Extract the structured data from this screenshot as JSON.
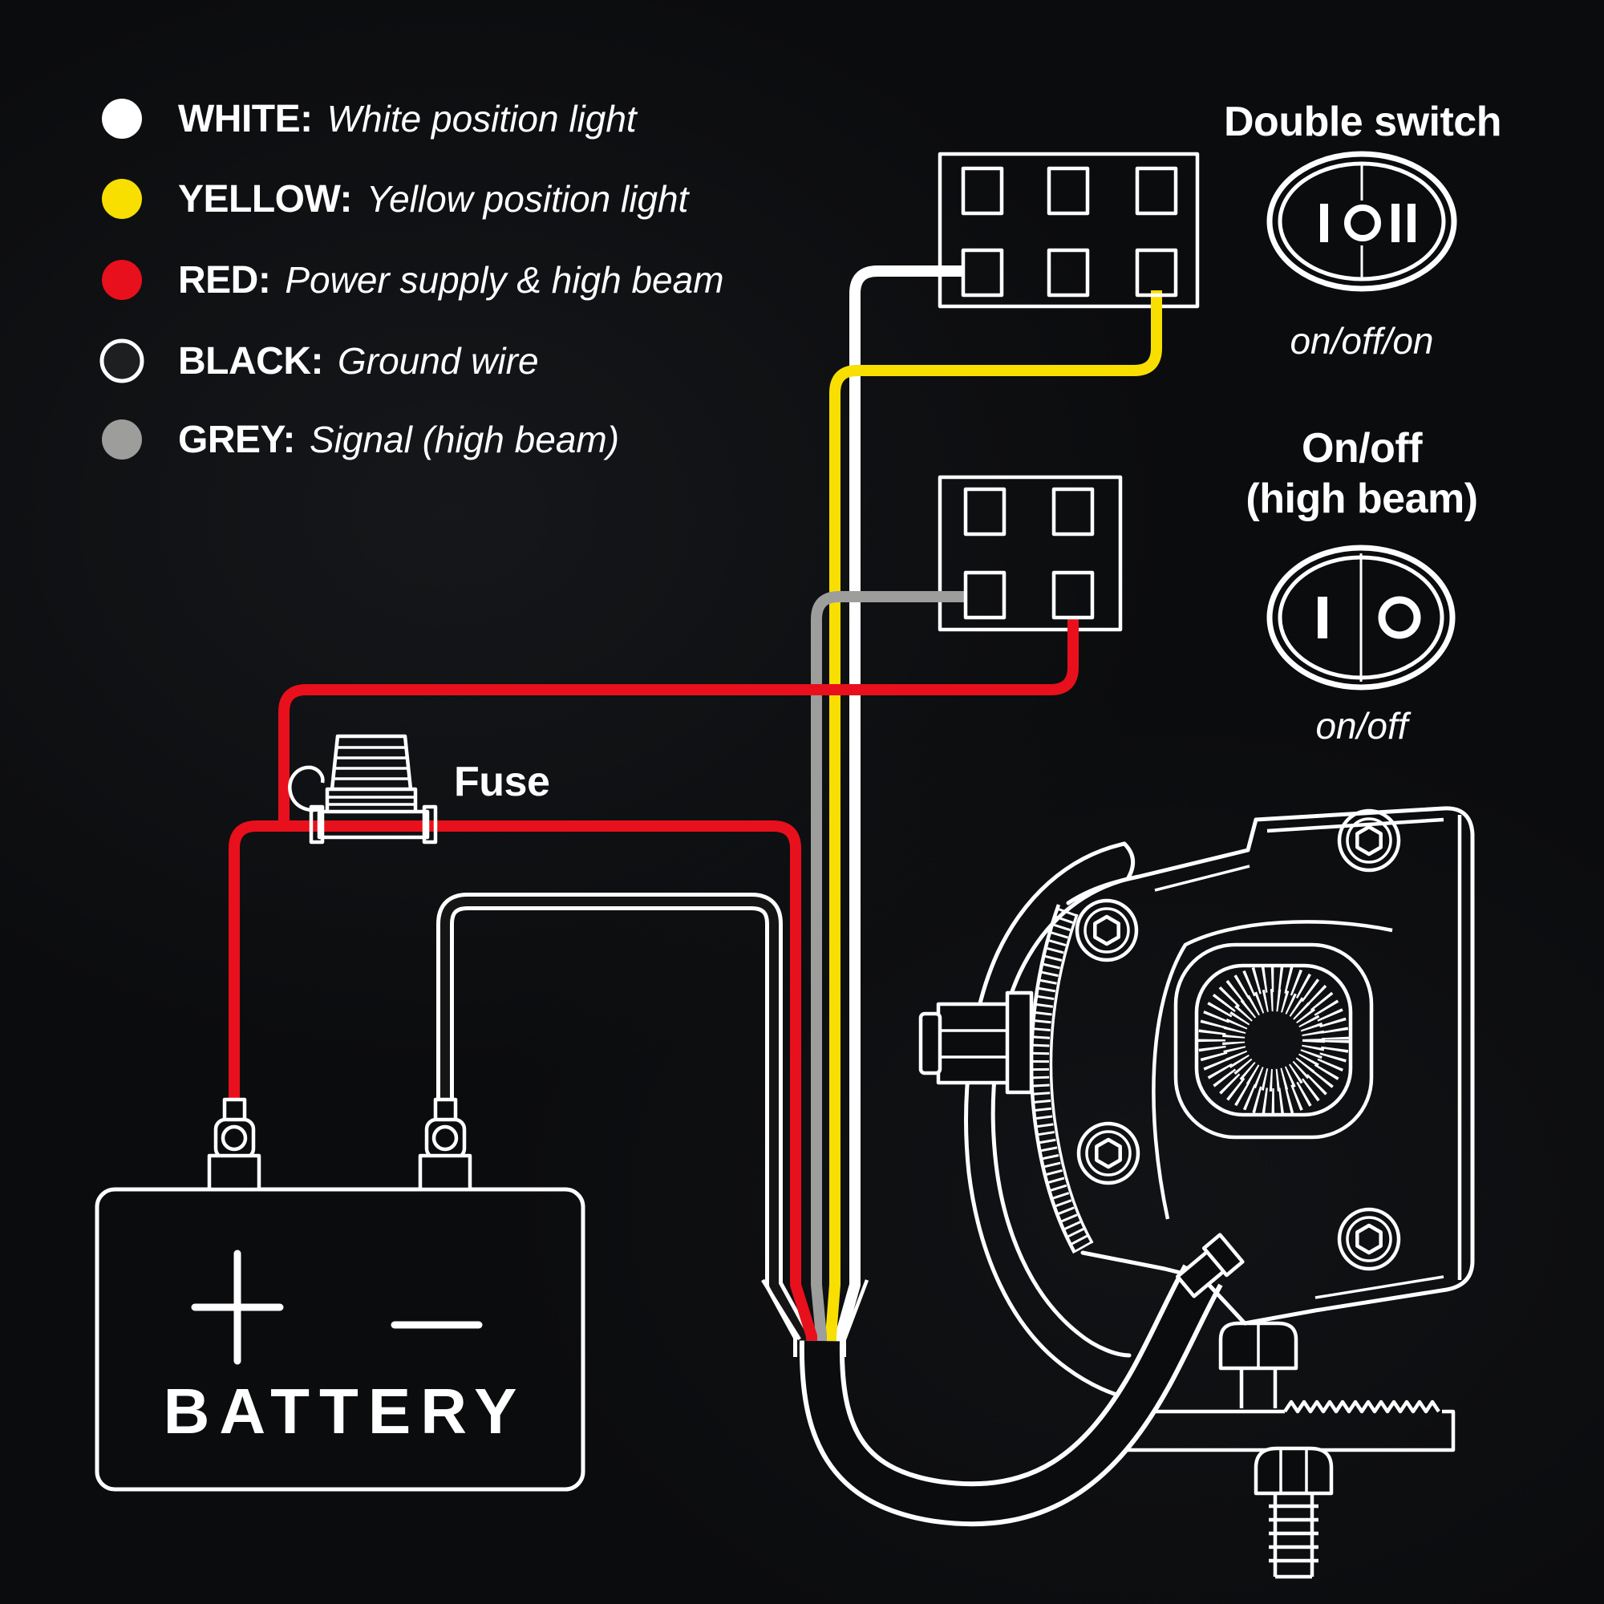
{
  "colors": {
    "background": "#0b0c0e",
    "line": "#ffffff",
    "wire_white": "#ffffff",
    "wire_yellow": "#f8df00",
    "wire_red": "#e8101c",
    "wire_black": "#151515",
    "wire_grey": "#9d9d9c"
  },
  "legend": {
    "items": [
      {
        "label": "WHITE:",
        "desc": "White position light",
        "color": "#ffffff",
        "ring": "none"
      },
      {
        "label": "YELLOW:",
        "desc": "Yellow position light",
        "color": "#f8df00",
        "ring": "none"
      },
      {
        "label": "RED:",
        "desc": "Power supply & high beam",
        "color": "#e8101c",
        "ring": "none"
      },
      {
        "label": "BLACK:",
        "desc": "Ground wire",
        "color": "#1d1f21",
        "ring": "#ffffff"
      },
      {
        "label": "GREY:",
        "desc": "Signal (high beam)",
        "color": "#9d9d9c",
        "ring": "none"
      }
    ]
  },
  "switches": {
    "double": {
      "title": "Double switch",
      "caption": "on/off/on",
      "positions": [
        "I",
        "O",
        "II"
      ]
    },
    "single": {
      "title": "On/off",
      "subtitle": "(high beam)",
      "caption": "on/off",
      "positions": [
        "I",
        "O"
      ]
    }
  },
  "fuse": {
    "label": "Fuse"
  },
  "battery": {
    "label": "BATTERY",
    "positive": "+",
    "negative": "−"
  }
}
